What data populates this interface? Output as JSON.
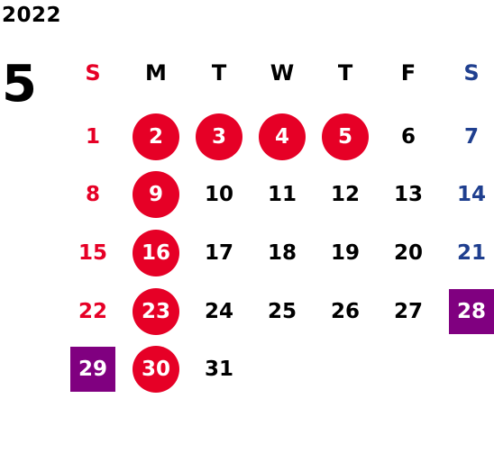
{
  "calendar": {
    "year": "2022",
    "month": "5",
    "weekdays": [
      {
        "label": "S",
        "color": "#e60026"
      },
      {
        "label": "M",
        "color": "#000000"
      },
      {
        "label": "T",
        "color": "#000000"
      },
      {
        "label": "W",
        "color": "#000000"
      },
      {
        "label": "T",
        "color": "#000000"
      },
      {
        "label": "F",
        "color": "#000000"
      },
      {
        "label": "S",
        "color": "#1f3f8f"
      }
    ],
    "rows": [
      [
        {
          "day": "1",
          "type": "sunday"
        },
        {
          "day": "2",
          "type": "holiday"
        },
        {
          "day": "3",
          "type": "holiday"
        },
        {
          "day": "4",
          "type": "holiday"
        },
        {
          "day": "5",
          "type": "holiday"
        },
        {
          "day": "6",
          "type": "weekday"
        },
        {
          "day": "7",
          "type": "saturday"
        }
      ],
      [
        {
          "day": "8",
          "type": "sunday"
        },
        {
          "day": "9",
          "type": "holiday"
        },
        {
          "day": "10",
          "type": "weekday"
        },
        {
          "day": "11",
          "type": "weekday"
        },
        {
          "day": "12",
          "type": "weekday"
        },
        {
          "day": "13",
          "type": "weekday"
        },
        {
          "day": "14",
          "type": "saturday"
        }
      ],
      [
        {
          "day": "15",
          "type": "sunday"
        },
        {
          "day": "16",
          "type": "holiday"
        },
        {
          "day": "17",
          "type": "weekday"
        },
        {
          "day": "18",
          "type": "weekday"
        },
        {
          "day": "19",
          "type": "weekday"
        },
        {
          "day": "20",
          "type": "weekday"
        },
        {
          "day": "21",
          "type": "saturday"
        }
      ],
      [
        {
          "day": "22",
          "type": "sunday"
        },
        {
          "day": "23",
          "type": "holiday"
        },
        {
          "day": "24",
          "type": "weekday"
        },
        {
          "day": "25",
          "type": "weekday"
        },
        {
          "day": "26",
          "type": "weekday"
        },
        {
          "day": "27",
          "type": "weekday"
        },
        {
          "day": "28",
          "type": "special"
        }
      ],
      [
        {
          "day": "29",
          "type": "special"
        },
        {
          "day": "30",
          "type": "holiday"
        },
        {
          "day": "31",
          "type": "weekday"
        },
        null,
        null,
        null,
        null
      ]
    ],
    "colors": {
      "sunday": "#e60026",
      "saturday": "#1f3f8f",
      "weekday": "#000000",
      "holiday_bg": "#e60026",
      "special_bg": "#800080"
    }
  }
}
